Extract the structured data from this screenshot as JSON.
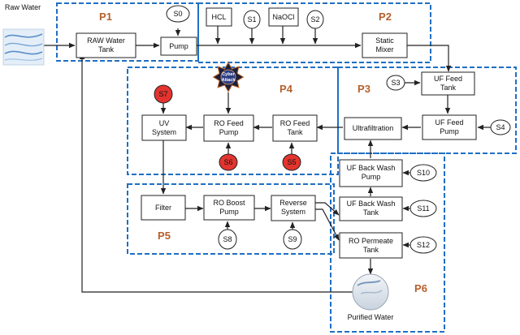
{
  "colors": {
    "stage_border": "#1f6fc4",
    "stage_label": "#b5602b",
    "attack_sensor": "#e3342f",
    "arrow": "#222222"
  },
  "external": {
    "raw_water": "Raw Water",
    "purified_water": "Purified Water"
  },
  "stages": {
    "p1": "P1",
    "p2": "P2",
    "p3": "P3",
    "p4": "P4",
    "p5": "P5",
    "p6": "P6"
  },
  "components": {
    "raw_tank": [
      "RAW Water",
      "Tank"
    ],
    "pump_p1": [
      "Pump"
    ],
    "hcl": [
      "HCL"
    ],
    "naocl": [
      "NaOCl"
    ],
    "static_mixer": [
      "Static",
      "Mixer"
    ],
    "uf_feed_tank": [
      "UF Feed",
      "Tank"
    ],
    "uf_feed_pump": [
      "UF Feed",
      "Pump"
    ],
    "ultrafiltration": [
      "Ultrafiltration"
    ],
    "ro_feed_tank": [
      "RO Feed",
      "Tank"
    ],
    "ro_feed_pump": [
      "RO Feed",
      "Pump"
    ],
    "uv_system": [
      "UV",
      "System"
    ],
    "filter": [
      "Filter"
    ],
    "ro_boost_pump": [
      "RO Boost",
      "Pump"
    ],
    "reverse_system": [
      "Reverse",
      "System"
    ],
    "uf_backwash_pump": [
      "UF Back Wash",
      "Pump"
    ],
    "uf_backwash_tank": [
      "UF Back Wash",
      "Tank"
    ],
    "ro_permeate_tank": [
      "RO Permeate",
      "Tank"
    ]
  },
  "sensors": {
    "s0": "S0",
    "s1": "S1",
    "s2": "S2",
    "s3": "S3",
    "s4": "S4",
    "s5": "S5",
    "s6": "S6",
    "s7": "S7",
    "s8": "S8",
    "s9": "S9",
    "s10": "S10",
    "s11": "S11",
    "s12": "S12"
  },
  "attacked_sensors": [
    "s5",
    "s6",
    "s7"
  ],
  "cyber_attack": [
    "Cyber",
    "Attack"
  ]
}
